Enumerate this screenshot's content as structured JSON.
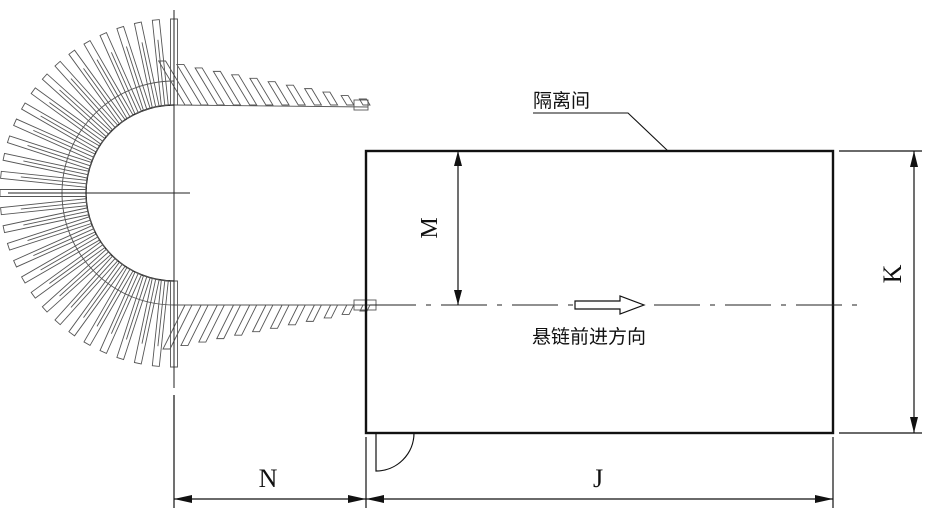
{
  "diagram": {
    "room_label": "隔离间",
    "direction_label": "悬链前进方向",
    "dim_m": "M",
    "dim_k": "K",
    "dim_n": "N",
    "dim_j": "J"
  },
  "colors": {
    "line": "#1a1a1a",
    "hatch": "#555555",
    "background": "#ffffff"
  }
}
